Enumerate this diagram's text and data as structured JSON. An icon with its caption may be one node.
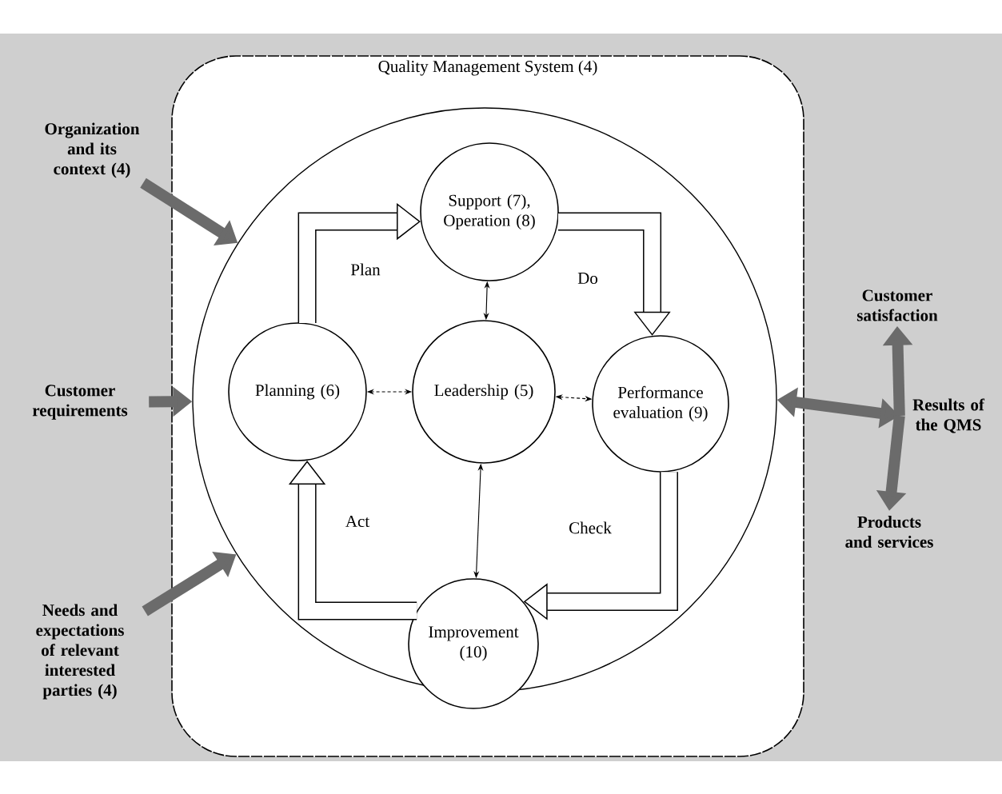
{
  "diagram": {
    "nodes": [
      {
        "text": [
          "Quality Management System (4)"
        ]
      },
      {
        "text": [],
        "shape": "circle",
        "in": 0
      },
      {
        "text": [
          "Support (7), Operation (8)"
        ],
        "in": 1
      },
      {
        "text": [
          "Planning (6)"
        ],
        "in": 1
      },
      {
        "text": [
          "Leadership (5)"
        ],
        "in": 1
      },
      {
        "text": [
          "Performance evaluation (9)"
        ],
        "in": 1
      },
      {
        "text": [
          "Improvement (10)"
        ],
        "in": 1
      },
      {
        "text": [
          "Organization and its context (4)"
        ]
      },
      {
        "text": [
          "Customer requirements"
        ]
      },
      {
        "text": [
          "Needs and expectations of relevant interested parties (4)"
        ]
      },
      {
        "text": [
          "Customer satisfaction"
        ]
      },
      {
        "text": [
          "Results of the QMS"
        ]
      },
      {
        "text": [
          "Products and services"
        ]
      }
    ],
    "edges": [
      {
        "from": 7,
        "to": 1,
        "arrow": "to",
        "color": "#6b6b6b"
      },
      {
        "from": 8,
        "to": 1,
        "arrow": "to",
        "color": "#6b6b6b"
      },
      {
        "from": 9,
        "to": 1,
        "arrow": "to",
        "color": "#6b6b6b"
      },
      {
        "from": 1,
        "to": 11,
        "arrow": "both",
        "color": "#6b6b6b"
      },
      {
        "from": 11,
        "to": 10,
        "arrow": "to",
        "color": "#6b6b6b"
      },
      {
        "from": 11,
        "to": 12,
        "arrow": "to",
        "color": "#6b6b6b"
      },
      {
        "from": 3,
        "to": 2,
        "arrow": "to",
        "label": "Plan"
      },
      {
        "from": 2,
        "to": 5,
        "arrow": "to",
        "label": "Do"
      },
      {
        "from": 5,
        "to": 6,
        "arrow": "to",
        "label": "Check"
      },
      {
        "from": 6,
        "to": 3,
        "arrow": "to",
        "label": "Act"
      },
      {
        "from": 4,
        "to": 2,
        "arrow": "both"
      },
      {
        "from": 4,
        "to": 3,
        "arrow": "both",
        "style": "dashed"
      },
      {
        "from": 4,
        "to": 5,
        "arrow": "both",
        "style": "dashed"
      },
      {
        "from": 4,
        "to": 6,
        "arrow": "both"
      }
    ]
  }
}
